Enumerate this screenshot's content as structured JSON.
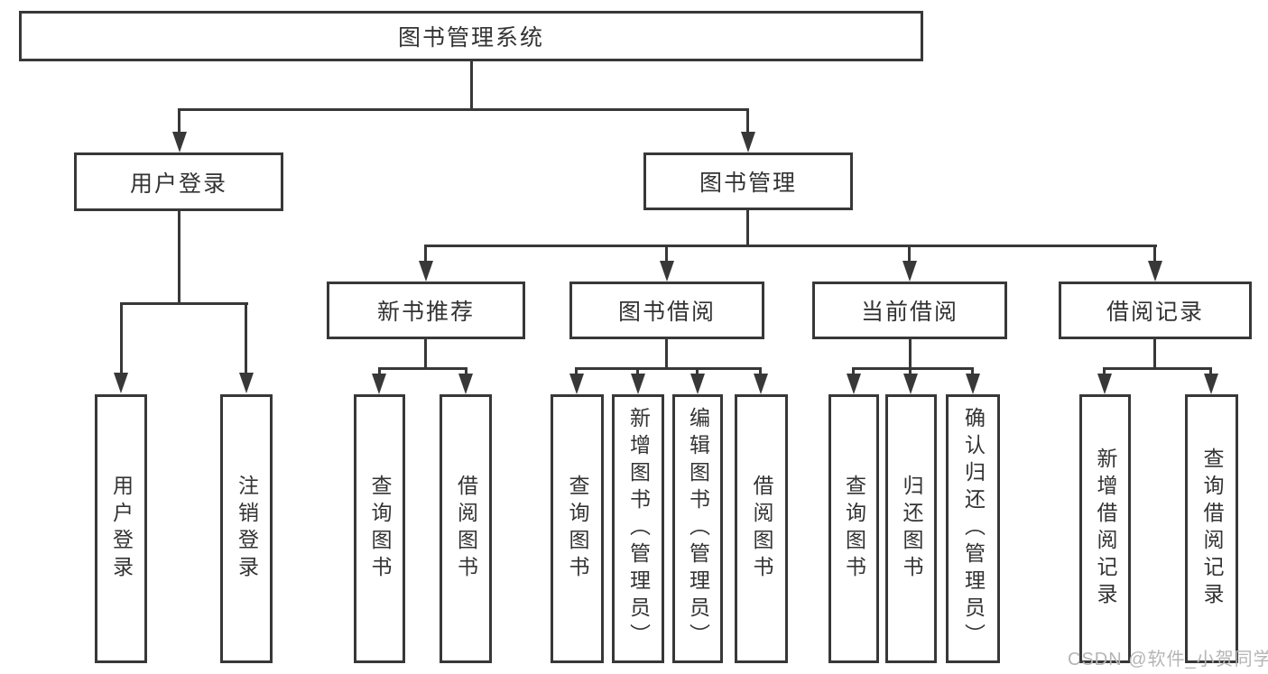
{
  "nodes": {
    "root": "图书管理系统",
    "user_login": "用户登录",
    "book_mgmt": "图书管理",
    "new_book_rec": "新书推荐",
    "book_borrow": "图书借阅",
    "current_borrow": "当前借阅",
    "borrow_records": "借阅记录",
    "leaf_user_login": "用户登录",
    "leaf_logout": "注销登录",
    "leaf_rec_query": "查询图书",
    "leaf_rec_borrow": "借阅图书",
    "leaf_bb_query": "查询图书",
    "leaf_bb_add": "新增图书（管理员）",
    "leaf_bb_edit": "编辑图书（管理员）",
    "leaf_bb_borrow": "借阅图书",
    "leaf_cb_query": "查询图书",
    "leaf_cb_return": "归还图书",
    "leaf_cb_confirm": "确认归还（管理员）",
    "leaf_br_add": "新增借阅记录",
    "leaf_br_query": "查询借阅记录"
  },
  "watermark": "CSDN @软件_小贺同学",
  "colors": {
    "line": "#383838",
    "text": "#333333",
    "watermark": "#b5b5b5",
    "background": "#ffffff"
  }
}
